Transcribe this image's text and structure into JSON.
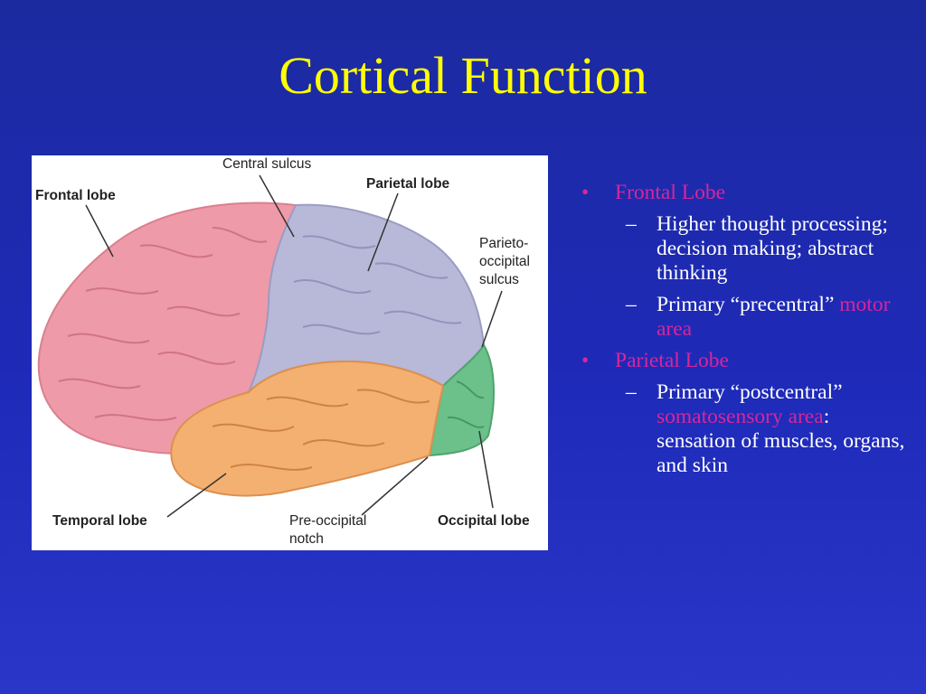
{
  "title": "Cortical Function",
  "figure": {
    "labels": {
      "frontal_lobe": "Frontal lobe",
      "central_sulcus": "Central sulcus",
      "parietal_lobe": "Parietal lobe",
      "parieto_occipital_sulcus": "Parieto-\noccipital\nsulcus",
      "temporal_lobe": "Temporal lobe",
      "pre_occipital_notch": "Pre-occipital\nnotch",
      "occipital_lobe": "Occipital lobe"
    },
    "colors": {
      "frontal": "#ef9aa8",
      "parietal": "#b8b8d8",
      "temporal": "#f4b070",
      "occipital": "#6cc08a"
    }
  },
  "bullets": [
    {
      "marker": "•",
      "heading": "Frontal Lobe",
      "sub": [
        {
          "marker": "–",
          "text": "Higher thought processing; decision making; abstract thinking"
        },
        {
          "marker": "–",
          "text_before": "Primary “precentral” ",
          "highlight": "motor area"
        }
      ]
    },
    {
      "marker": "•",
      "heading": "Parietal Lobe",
      "sub": [
        {
          "marker": "–",
          "text_before": "Primary “postcentral” ",
          "highlight": "somatosensory area",
          "text_after": ": sensation of muscles, organs, and skin"
        }
      ]
    }
  ],
  "palette": {
    "title": "#ffff00",
    "accent": "#d8269a",
    "text": "#ffffff"
  }
}
